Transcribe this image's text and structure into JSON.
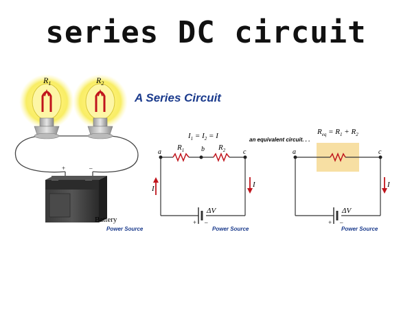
{
  "title": "series DC circuit",
  "diagram_title": "A Series Circuit",
  "colors": {
    "title_blue": "#1a3a8c",
    "resistor_red": "#c0141c",
    "wire": "#333333",
    "highlight": "#f7dfa3"
  },
  "bulbs": {
    "r1_label": "R",
    "r1_sub": "1",
    "r2_label": "R",
    "r2_sub": "2"
  },
  "battery": {
    "label": "Battery",
    "plus": "+",
    "minus": "–"
  },
  "power_source_label": "Power Source",
  "circuit1": {
    "current_eq": {
      "i": "I",
      "s1": "1",
      "eq1": " = ",
      "i2": "I",
      "s2": "2",
      "eq2": " = ",
      "i3": "I"
    },
    "node_a": "a",
    "node_b": "b",
    "node_c": "c",
    "r1": "R",
    "r1_sub": "1",
    "r2": "R",
    "r2_sub": "2",
    "current": "I",
    "voltage": "ΔV",
    "plus": "+",
    "minus": "–"
  },
  "equivalent_label": "an equivalent circuit. . .",
  "circuit2": {
    "req_eq": {
      "r": "R",
      "eq_sub": "eq",
      "mid": " = ",
      "r1": "R",
      "s1": "1",
      "plus": " + ",
      "r2": "R",
      "s2": "2"
    },
    "node_a": "a",
    "node_c": "c",
    "current": "I",
    "voltage": "ΔV",
    "plus": "+",
    "minus": "–"
  }
}
